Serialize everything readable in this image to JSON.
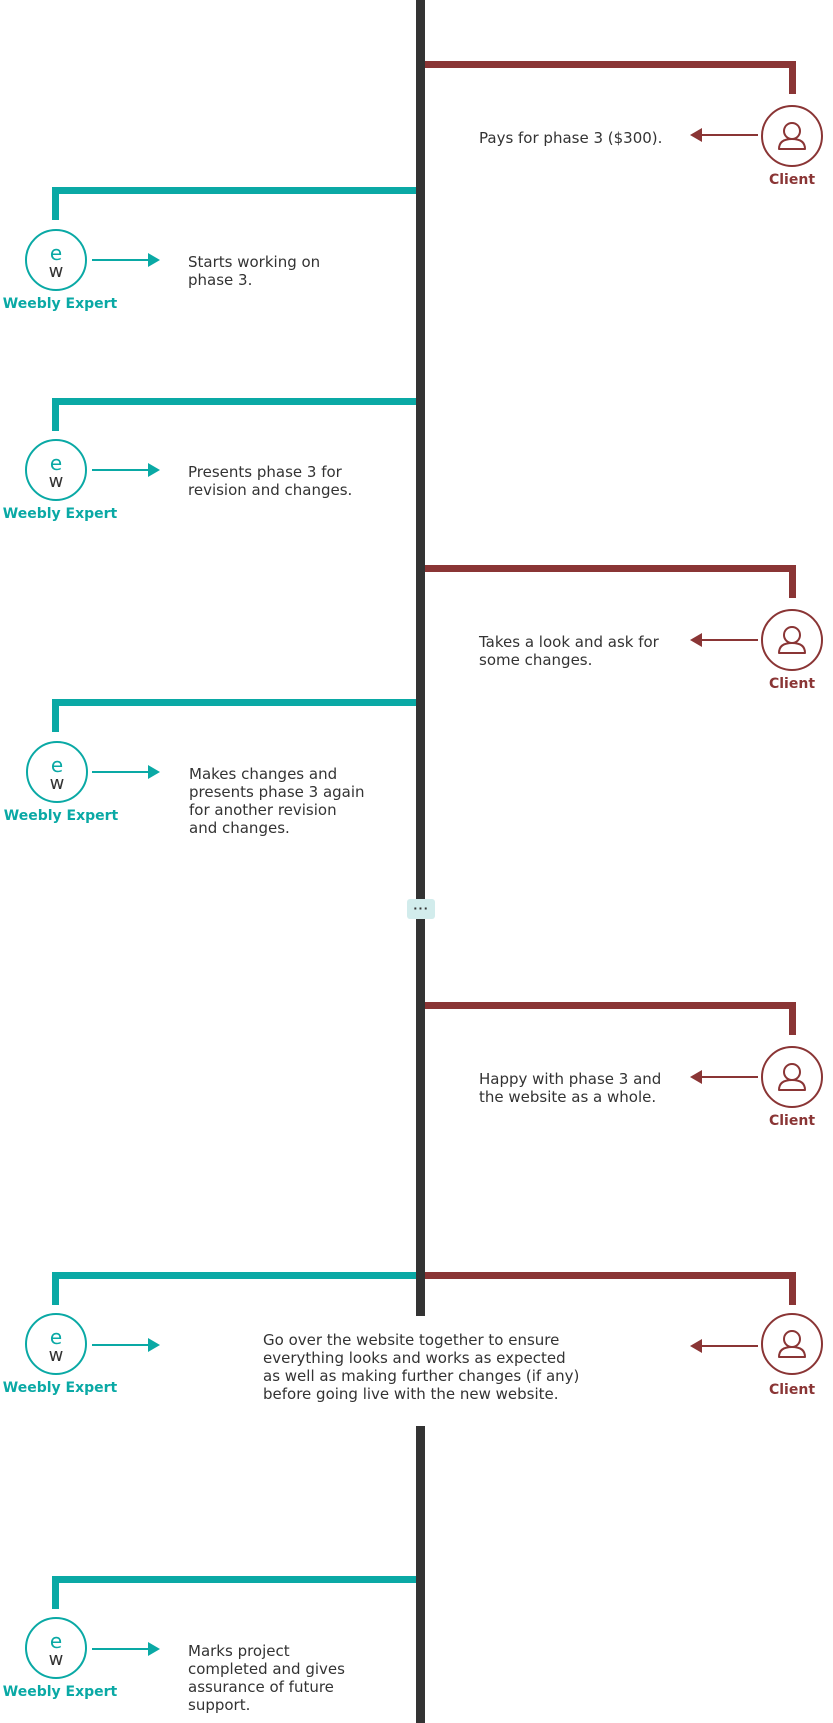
{
  "roles": {
    "expert": "Weebly Expert",
    "client": "Client"
  },
  "colors": {
    "expert": "#0aa9a5",
    "client": "#8a3535",
    "spine": "#333333"
  },
  "icons": {
    "expert": "weebly-expert-logo-icon",
    "client": "user-icon"
  },
  "steps": [
    {
      "actor": "client",
      "text": "Pays for phase 3 ($300)."
    },
    {
      "actor": "expert",
      "text": "Starts working on\nphase 3."
    },
    {
      "actor": "expert",
      "text": "Presents phase 3 for\nrevision and changes."
    },
    {
      "actor": "client",
      "text": "Takes a look and ask for\nsome changes."
    },
    {
      "actor": "expert",
      "text": "Makes changes and\npresents phase 3 again\nfor another revision\nand changes."
    },
    {
      "actor": "client",
      "text": "Happy with phase 3 and\nthe website as a whole."
    },
    {
      "actor": "both",
      "text": "Go over the website together to ensure\neverything looks and works as expected\nas well as making further changes (if any)\nbefore going live with the new website."
    },
    {
      "actor": "expert",
      "text": "Marks project\ncompleted and gives\nassurance of future\nsupport."
    }
  ],
  "more_label": "···"
}
